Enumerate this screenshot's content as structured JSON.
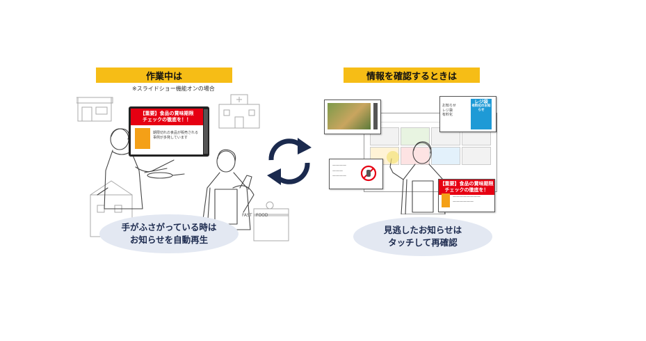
{
  "left": {
    "title": "作業中は",
    "note": "※スライドショー機能オンの場合",
    "bubble_line1": "手がふさがっている時は",
    "bubble_line2": "お知らせを自動再生",
    "screen_headline_1": "【重要】食品の賞味期限",
    "screen_headline_2": "チェックの徹底を！！",
    "screen_text": "期限切れの食品が販売される事例が多発しています",
    "shop_sign_left": "FAST",
    "shop_sign_right": "FOOD"
  },
  "right": {
    "title": "情報を確認するときは",
    "bubble_line1": "見逃したお知らせは",
    "bubble_line2": "タッチして再確認",
    "popup_headline_1": "【重要】食品の賞味期限",
    "popup_headline_2": "チェックの徹底を！",
    "blue_card_title": "レジ袋",
    "blue_card_sub": "有料化のお知らせ"
  },
  "colors": {
    "label_bar": "#f6bd16",
    "alert_red": "#e60012",
    "cycle_arrows": "#1b2a4e",
    "bubble_fill": "#e3e8f2"
  },
  "icons": [
    "refresh-cycle-icon",
    "shop-icon",
    "hospital-icon",
    "hand-stop-icon"
  ]
}
